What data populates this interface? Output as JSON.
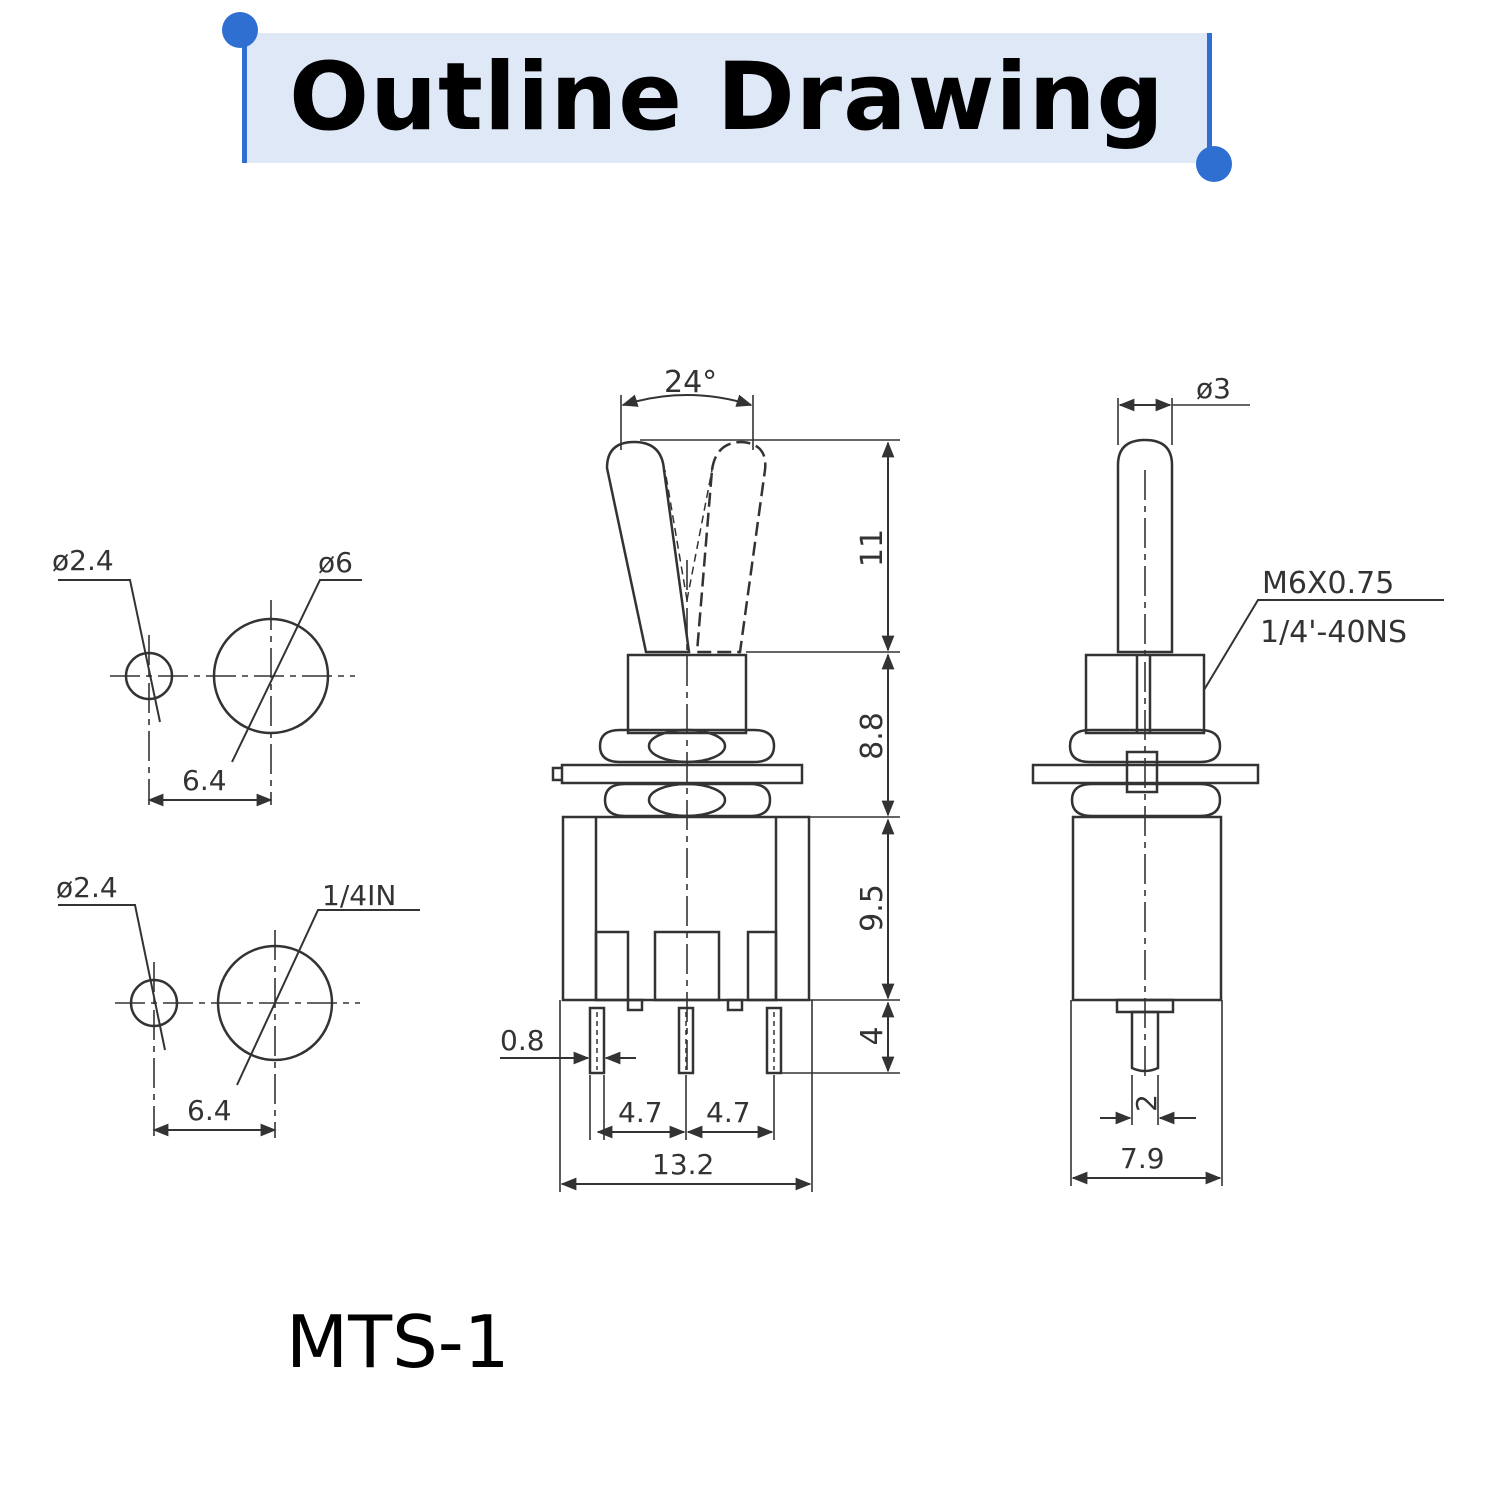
{
  "header": {
    "title": "Outline Drawing",
    "accent_color": "#2f6fd1",
    "background_color": "#dfe8f7"
  },
  "mounting_holes": [
    {
      "small_hole_diameter": "ø2.4",
      "large_hole_label": "ø6",
      "spacing": "6.4"
    },
    {
      "small_hole_diameter": "ø2.4",
      "large_hole_label": "1/4IN",
      "spacing": "6.4"
    }
  ],
  "front_view": {
    "toggle_angle": "24°",
    "lever_height": "11",
    "bushing_height": "8.8",
    "body_height": "9.5",
    "terminal_length": "4",
    "terminal_width": "0.8",
    "terminal_pitch_left": "4.7",
    "terminal_pitch_right": "4.7",
    "body_width": "13.2"
  },
  "side_view": {
    "lever_diameter": "ø3",
    "thread_metric": "M6X0.75",
    "thread_imperial": "1/4'-40NS",
    "terminal_width": "2",
    "body_depth": "7.9"
  },
  "model": "MTS-1"
}
